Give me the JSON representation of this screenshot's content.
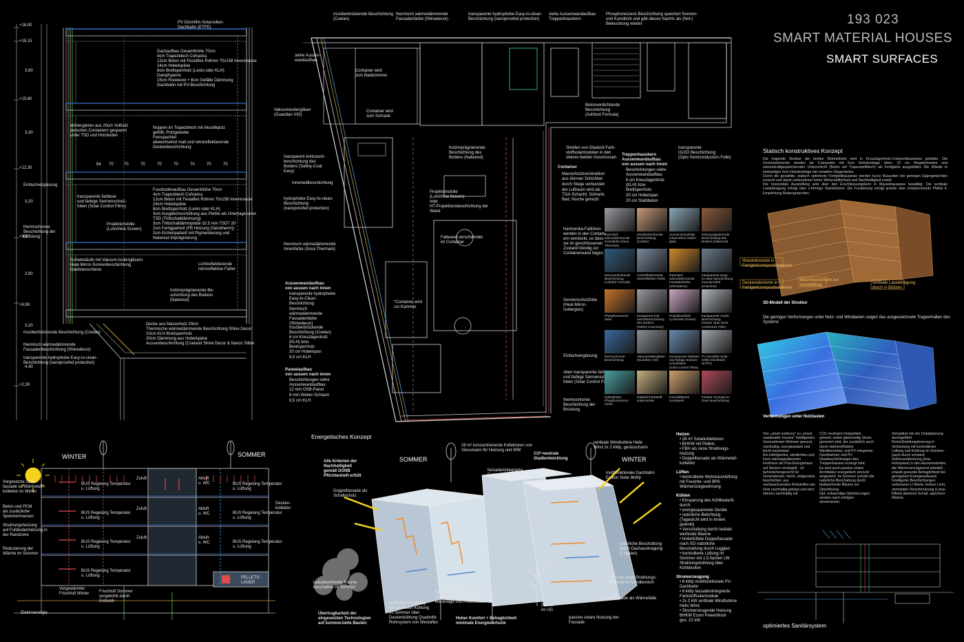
{
  "header": {
    "number": "193 023",
    "title": "SMART MATERIAL HOUSES",
    "subtitle": "SMART SURFACES"
  },
  "section": {
    "levels": [
      "+18,00",
      "+15,15",
      "+15,60",
      "+12,30",
      "+9,10",
      "+6,90",
      "+2,30"
    ],
    "dims": [
      "3,90",
      "3,30",
      "3,20",
      "3,90",
      "3,20",
      "4,40"
    ],
    "spans": [
      "84",
      "70",
      "70",
      "70",
      "70",
      "70",
      "70",
      "70",
      "70"
    ],
    "roof": "PV Dünnfilm-Solarzellen-\nDachbahn (ETFE)",
    "roof_build": "Dachaufbau Gesamthöhe 70cm\n4cm Trapezblech Cofrastra\n12cm Beton mit Festaflex Rohren 70x158 Innenmasse\n24cm Hobelspäne\n8cm Brettsperrholz (Lenio oder KLH)\nDampfsperre\n15cm Rockwool + 8cm Gefälle Dämmung\nDachbahn mit PV-Beschichtung",
    "winter": "Wintergärten aus 20cm Vollholz\nzwischen Containern gespannt\nunter TSD und Holzboden",
    "noppen": "Noppen im Trapezblech mit Akustikputz\ngefüllt, Putzgewebe\nFeinspachtel\nabwechselnd matt und retroreflektierende\nDeckenbeschichtung",
    "einfach": "Einfachverglasung",
    "transparent_farblos": "transparente farblose\nund farbige Sonnenschutz-\nfolien (Solar Control Films)",
    "thermochrome": "thermochrome\nBeschichtung der\nBrüstung",
    "projektion": "Projektionsfolie\n(LumiView Screen)",
    "fussboden": "Fussbodenaufbau Gesamthöhe 70cm\n4cm Trapezblech Cofrastra\n12cm Beton mit Festaflex Rohren 70x158 Innenmasse\n24cm Hobelspäne\n8cm Brettsperrholz (Lenio oder KLH)\n3cm Ausgleichsschüttung aus Perlite als Untertage unter\nTSD (Trittschalldämmung)\n3cm Trittschalldämmplatte 32.5 mm TSDT 20\n2cm Fertigparkett (FB Heizung (Variotherm))\n2cm Eichenparkett mit Pigmentierung und\nNatwood Imprägnierung",
    "schiebe": "Schiebeläufe mit Vakuum-Isoliergläsern\nHeat-Mirror-Sonnenbeschichtung\nGardinenschiene",
    "licht": "Lichtreflektierende\nretroreflektive Farbe",
    "holzimp": "holzimprägnierende Be-\nschichtung des Bodens\n(Natwood)",
    "decke": "Decke aus Massivholz 20cm\nThermische wärmedämmende Beschichtung Shine Decor\n10cm KLH Brettsperrholz\n20cm Dämmung aus Hobelspäne\nAussenbeschichtung (Coeland Shine Decor & Nanoz Silber",
    "riss": "rissüberbrückende Beschichtung (Coelan)",
    "thermisch": "thermisch wärmedämmende\nFassadenbeschichtung (Shinedecor)",
    "hydro": "transparente hydrophobe Easy-to-clean-\nBeschichtung (nanoproofed protection)"
  },
  "plan": {
    "top_labels": [
      "rissüberbrückende Beschichtung\n(Coelan)",
      "thermisch wärmedämmende\nFassadenfarbe (Shinedecor)",
      "transparente hydrophobe Easy-to-clean-\nBeschichtung (nanoproofed protection)",
      "siehe Aussenwandaufbau\nTreppenhauskern",
      "Phosphoreszenz-Beschichtung speichert Sonnen-\nund Kunstlicht und gibt dieses Nachts als (Not-)\nBeleuchtung wieder"
    ],
    "left_labels": [
      "siehe Aussen-\nwandaufbau",
      "Vakuumisoliergläser\n(Guardian VIG)",
      "transparent Antirutsch-\nbeschichtung des\nBodens (Safety-Coat\nEasy)",
      "Innenwälbeschichtung",
      "hydrophobe Easy-to-clean-\nBeschichtung\n(nanoproofed protection)",
      "thermisch wärmedämmende\nInnenfarbe (Sova Thermain)"
    ],
    "inner_labels": [
      "Container wird\nzum Badezimmer",
      "Container wird\nzum Schrank",
      "holzimprägnierende\nBeschichtung des\nBodens (Natwood)",
      "Projektionsfolie\n(LumiView Screen)\noder\nHT-Projektionsbeschichtung der\nWand",
      "Faltwand verschwindet\nim Container",
      "*Container wird\nzur Kammer"
    ],
    "aussen_title": "Aussenwandaufbau\nvon aussen nach innen",
    "aussen_items": [
      "transparente hydrophobe\nEasy-to-Clean-\nBeschichtung",
      "thermisch\nwärmedämmende\nFassadenfarbe\n(Shinedecor)",
      "rissüberbrückende\nBeschichtung (Coelan)",
      "6 cm Kreuzlagenholz\n(KLH) bzw.\nBrettsperrholz",
      "20 cm Hobelspan",
      "9,5 cm KLH"
    ],
    "paneel_title": "Paneelaufbau\nvon aussen nach innen",
    "paneel_items": [
      "Beschichtungen siehe\nAussenwandaufbau",
      "12 mm  OSB-Panel",
      "6 mm Weber-Schaum",
      "9,5 cm KLH"
    ],
    "right_labels": [
      "Betonverdichtende\nBeschichtung\n(Ashford Formula)",
      "Streifen von Glaskolt-Farb-\nstoffsolarmodulen in den\noberen beiden Geschossen",
      "Harmonika-Falttüren\nwerden in den Contain-\nern versteckt, so dass\nsie im geschlossenen\nZustand bündig zur\nContainerwand liegen",
      "Sonnenschutzfolie\n(Heat-Mirror-\nIsolierglas)",
      "Einfachverglasung",
      "oben transparente farblose\nund farbige Sonnenschutz-\nfolien (Solar Control Films)",
      "thermochrome\nBeschichtung der\nBrüstung",
      "transparente\nOLED Beschichtung\n(Opto Semiconductors Folie)"
    ],
    "container_title": "Container",
    "container_items": [
      "Massivholzkonstruktion\naus dünnen Schichten",
      "durch Stege verbunden",
      "der Luftraum wird als\nTGA-Schacht, Schrank,\nBad, Nische genutzt"
    ],
    "trepp_title": "Treppenhauskern\nAussenwandaufbau\nvon aussen nach innen",
    "trepp_items": [
      "Beschichtungen siehe\nAussenwandaufbau",
      "6 cm Kreuzlagenholz\n(KLH) bzw.\nBrettsperrholz",
      "20 cm Hobelspan",
      "20 cm Stahlbeton"
    ]
  },
  "materials": [
    {
      "caption": "thermisch\nwärmedämmende\nInnenfarbe (Sova\nThermain)",
      "color": "#9a9aa0"
    },
    {
      "caption": "rissüberbrückende\nBeschichtung\n(Coelan)",
      "color": "#c79a78"
    },
    {
      "caption": "Sonnenschutzfolie\n(Heat-Mirror-Isolier-\nglas)",
      "color": "#8aa6b8"
    },
    {
      "caption": "holzimprägnierende\nBeschichtung des\nBodens (Natwood)",
      "color": "#8a5a3a"
    },
    {
      "caption": "betonverdichtende\nBeschichtung\n(Ashford Formula)",
      "color": "#2f5a7a"
    },
    {
      "caption": "Lichtreflektierende\nretroreflektive Farbe",
      "color": "#7a8aa0"
    },
    {
      "caption": "thermisch\nwärmedämmende\nFassadenfarbe\n(Shinedecor)",
      "color": "#d08a2a"
    },
    {
      "caption": "transparente Easy-\nto-clean Beschichtung\n(nanoproofed\nprotection)",
      "color": "#6a7a8a"
    },
    {
      "caption": "Phosphoreszenz-\nfarbe",
      "color": "#c6742a"
    },
    {
      "caption": "transparent Anti-\nrutschbeschichtung\ndes Bodens\n(Safety-Coat Easy)",
      "color": "#9a9aa0"
    },
    {
      "caption": "Projektionsfolie\n(LumiView Screen)",
      "color": "#c9a6c4"
    },
    {
      "caption": "transparente OLED\nBeschichtung\n(Osram Opto Semi-\nconductors Folie)",
      "color": "#b0b6bc"
    },
    {
      "caption": "thermochrome\nBeschichtung",
      "color": "#3a6aa0"
    },
    {
      "caption": "Vakuumisoliergläser\n(Guardian VIG)",
      "color": "#8a8f96"
    },
    {
      "caption": "transparente farblose\nund farbige Sonnen-\nschutzfolien\n(Solar Control Films)",
      "color": "#6a8ab0"
    },
    {
      "caption": "PV Dünnfilm-Solar-\nzellen-Dachbahn\n(ETFE)",
      "color": "#a0a6ac"
    },
    {
      "caption": "hydrophobe\nPhosphoreszenz-\nFarbe",
      "color": "#4aa0a0"
    },
    {
      "caption": "Glaskolt-Farbstoff-\nsolarmodule",
      "color": "#c6b080"
    },
    {
      "caption": "Innenfaltbares\nKunstwerk",
      "color": "#d0a070"
    },
    {
      "caption": "Fenster mit Easy-to-\nclean Beschichtung",
      "color": "#b04a5a"
    }
  ],
  "structure": {
    "heading": "Statisch konstruktives Konzept",
    "text": "Die tragende Struktur der beiden Wohnblöcke wird in Kreuzlagenholz-Compositbauweise gebildet. Die Deckenelemente werden als Composite mit 6cm Holzdecklage oben, 10 cm Stegelementen und wärmekraftgespeichernder Unterschicht (Beton auf Trapezwellblech) als Fertigteile ausgebildet. Die Wände in beidseitiger 6cm Holzdecklage mit variablen Stegenteilen.\nDurch die gewählte, statisch optimierte Fertigteilbauweise werden kurze Bauzeiten bei geringen Eigengewichten erreicht und damit verbundener hoher Wirtschaftlichkeit und Nachhaltigkeit erzielt.\nDie horizontale Aussteifung wird über den Erschliessungskern in Massivbauweise bewältigt. Die vertikale Lastabtragung erfolgt über v-förmige Stahlstützen. Die Fundierung erfolgt jeweils über entsprechende Pfähle lt. Empfehlung Bodengutachten.",
    "model_caption": "3D-Modell der Struktur",
    "model_labels": [
      "Wandelemente in\nFertigteilcompositbauweise",
      "Deckenelemente in\nFertigteilcompositbauweise",
      "Betonmassivkern zur\nAussteifung",
      "vertikale Lastabtragung\ndurch V-Stützen"
    ],
    "deform_text": "Die geringen Verformungen unter Nutz- und Windlasten zeigen das ausgezeichnete Tragverhalten des Systems",
    "deform_caption": "Verformungen unter Nutzlasten"
  },
  "smart": {
    "col1": "Von „smart surfaces\" zu „smart, sustainable houses\" Intelligentes Generationen-Wohnen gesund, nachhaltig, energieautark und leicht umsetzbar\nEin intelligentes, windlichtes und hoch wärmegedämmtes Holzhaus als Plus-Energiehaus auf Stelzen versiegelt - ist behindertengerecht für Generationen, leicht, zeitgemäss beschichtet, aus nachwachsenden Rohstoffen wie Holz nachhaltig gebaut und wird ebenso nachhaltig mit",
    "col2": "CO2 neutralen Holzpellets geheizt, wobei gleichzeitig Strom generiert wird, der zusätzlich auch durch stärkereffektive Windkonverter, und PV integrierte Dachbahnen und PV Glasbeschichtungen des Treppenhauses erzeugt wird.\nEs wird auch passive solare Architektur energetisch sinnvoll eingesetzt. Im Sommer schützt die natürliche Beschattung durch blattwerfende Bäume vor Überhitzung.\nOpt. notwendige Optimierungen werden nach erfolgter dynamischer",
    "col3": "Simulation bei der Detailplanung durchgeführt.\nReineStrahlungsheizung in Verbindung mit kontrollierter Lüftung und Kühlung im Sommer - (auch durch schwere Zellulosedämmung (bzw. Holzspäne) in den Aussenwänden, die Wärmeverzögerend arbeitet) - erlaubt gesunde Behaglichkeit bei geringstem Energieaufwand.\nIntelligente Beschichtungen verbessern U-Werte, lenken Licht, vermeiden Verschmutzung (Lotus-Effekt) dämmen Schall, speichern Wärme.",
    "sanitary_caption": "optimiertes Sanitärsystem"
  },
  "energy_left": {
    "winter": "WINTER",
    "summer": "SOMMER",
    "labels": [
      "Vorgesetzte Glas-\nfassade ist Wärmeluft-\nkollektor im Winter",
      "Beton und PCM\nals zusätzliche\nSpeichermassen",
      "Strahlungsheizung\nauf Fußbodenheizung in\nder Randzone",
      "Reduzierung der\nWärme im Sommer",
      "Vorgewärmter\nFrischluft Winter",
      "Frischluft Sommer\nvorgekühlt durch\nErdreich",
      "Elektroenergie",
      "Decken-\nkollektor",
      "PELLETS-\nLAGER"
    ],
    "bus": "BUS Regelung Temperatur\nu. Lüftung",
    "zuluft": "Zuluft",
    "abluft": "Abluft\nu. WC"
  },
  "energy_center": {
    "heading": "Energetisches Konzept",
    "sommer": "SOMMER",
    "winter": "WINTER",
    "dgnb": "Alle Kriterien der\nNachhaltigkeit\ngemäß DGNB\nPflichtenheft erfüllt",
    "doppelfassade": "Doppelfassade als\nSchallschutz",
    "kollektoren": "28 m² konzentrierende Kollektoren von\nViessmann für Heizung und WW",
    "co2": "CO²-neutrale\nStadtentwicklung",
    "fassade": "fassadenintegrierte\nFarbstoffsolarmodule 8 kWp",
    "windturbine": "vertikale Windturbine Helix\nWind 2x 2 kWp, geräuscharm",
    "dachbahn": "multifunktionale Dachbahn\nEvalon Solar 8kWp",
    "natural": "natürliche Beschattung\ndurch Dachauskragung\n(Loggien)",
    "fbh": "FBH als reine Strahlungs-\nheizung im Randbereich",
    "doppel2": "Doppelfassade als Wärmefalle",
    "baeume": "laubabwerfende Bäume\nbeschatten im Sommer",
    "lueftung": "kontrollierte Lüftung\nmit adiabater Kühlung\nim Sommer über\nDeckenkühlung Quadrofix\nRohrsystem von Westaflex",
    "haustechnik": "Haustechnikraum mit Luf-\ntungsgerät, BHKW, Klein-\nkläranlage und Pelletsraum",
    "sauna": "Sauna\nim UG",
    "komfort": "Hoher Komfort + Behaglichkeit\nminimale Energieverluste",
    "passiv": "passive solare Nutzung der\nFassade",
    "uebertrag": "Übertragbarkeit der\neingesetzten Technologien\nauf kommerzielle Bauten"
  },
  "energy_list": [
    {
      "head": "Heizen",
      "items": [
        "28 m² Solarkollektoren",
        "BHKW mit Pellets",
        "FBH als reine Strahlungs-\nheizung",
        "Doppelfassade als Wärmefall-\nkollektor"
      ]
    },
    {
      "head": "Lüften",
      "items": [
        "kontrollierte Wohnraumlüftung\nmit Feuchte- und 90%\nWärmerückgewinnung"
      ]
    },
    {
      "head": "Kühlen",
      "items": [
        "Einsparung des Kühlbedarfs durch:",
        "energiesparende Geräte",
        "natürliche Belichtung\n(Tageslicht wird in Innere\ngelenkt)",
        "Verschattung durch laubab-\nwerfende Bäume",
        "hinterlüftete Doppelfassade\nnach SO natürliche\nBeschattung durch Loggien",
        "kontrollierte Lüftung im\nSommer mit 1,5-fachen LW\nStrahlungskühlung über\nKühldecken"
      ]
    },
    {
      "head": "Stromerzeugung",
      "items": [
        "8 kWp multifunktionale PV-\nDachbahn",
        "8 kWp fassadenintegrierte\nFarbstoffsolarmodule",
        "2x 2 kW vertikale Windturbine\nHelix Wind",
        "Stromerzeugende Heizung\nBHKW Ecom Powerblock\nges. 22 kW"
      ]
    }
  ]
}
